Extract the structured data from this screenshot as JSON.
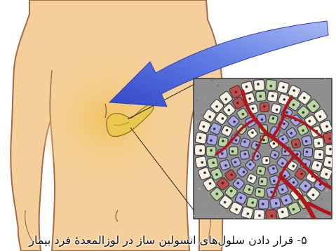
{
  "caption": "۵- قرار دادن سلول‌های انسولین ساز در لوزالمعدهٔ فرد بیمار",
  "icons": [
    "torso-figure",
    "arrow-icon",
    "pancreas-icon",
    "islet-cells-inset"
  ],
  "colors": {
    "skin": "#f4cf9a",
    "skin_outline": "#a56a4c",
    "arrow": "#4a67d6",
    "pancreas": "#e9c84d",
    "inset_bg": "#8f8f8f",
    "cell_cream": "#f6f1e4",
    "cell_blue": "#a9a6e8",
    "cell_green": "#b9d6a3",
    "cell_red": "#c44a4a",
    "vessel": "#b0161c"
  }
}
